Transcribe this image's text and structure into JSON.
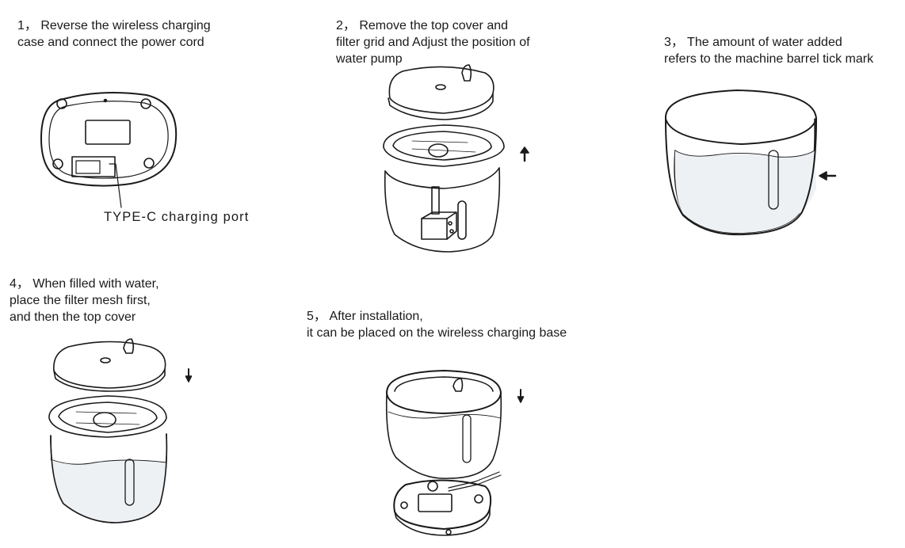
{
  "steps": [
    {
      "lines": [
        "1， Reverse the wireless charging",
        " case and connect the power cord"
      ]
    },
    {
      "lines": [
        "2， Remove the top cover and",
        "filter grid and Adjust the position of",
        "water pump"
      ]
    },
    {
      "lines": [
        "3， The amount of water added",
        "refers to the machine barrel tick mark"
      ]
    },
    {
      "lines": [
        "4， When filled with water,",
        "place the filter mesh first,",
        "and then the top cover"
      ]
    },
    {
      "lines": [
        "5， After installation,",
        "it can be placed on the wireless charging base"
      ]
    }
  ],
  "port_label": "TYPE-C charging port",
  "colors": {
    "line": "#1a1a1a",
    "water": "#eef1f3"
  }
}
